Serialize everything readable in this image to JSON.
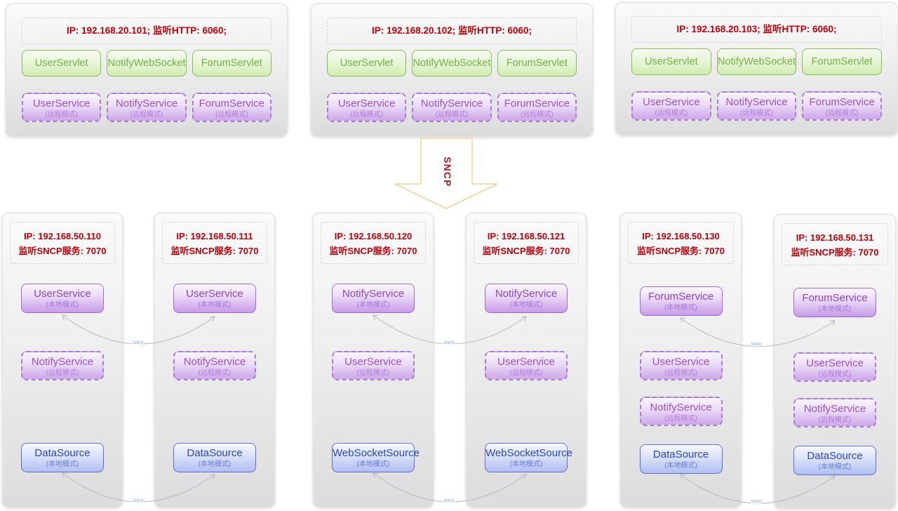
{
  "colors": {
    "ip_text_red": "#c00008",
    "green_border": "#85bd55",
    "green_text": "#76ae47",
    "purple_border": "#a168d2",
    "purple_text": "#9a50cc",
    "blue_border": "#5c6cd6",
    "blue_text": "#2b46c8",
    "big_arrow_outline": "#f3cc82",
    "link_line": "#b4b3bc",
    "link_label_blue": "#6f9fd8"
  },
  "arrow": {
    "label": "SNCP"
  },
  "top_servers": [
    {
      "ip": "IP: 192.168.20.101;  监听HTTP: 6060;",
      "servlets": [
        "UserServlet",
        "NotifyWebSocket",
        "ForumServlet"
      ],
      "services": [
        {
          "name": "UserService",
          "mode": "(远程模式)"
        },
        {
          "name": "NotifyService",
          "mode": "(远程模式)"
        },
        {
          "name": "ForumService",
          "mode": "(远程模式)"
        }
      ]
    },
    {
      "ip": "IP: 192.168.20.102;  监听HTTP: 6060;",
      "servlets": [
        "UserServlet",
        "NotifyWebSocket",
        "ForumServlet"
      ],
      "services": [
        {
          "name": "UserService",
          "mode": "(远程模式)"
        },
        {
          "name": "NotifyService",
          "mode": "(远程模式)"
        },
        {
          "name": "ForumService",
          "mode": "(远程模式)"
        }
      ]
    },
    {
      "ip": "IP: 192.168.20.103;  监听HTTP: 6060;",
      "servlets": [
        "UserServlet",
        "NotifyWebSocket",
        "ForumServlet"
      ],
      "services": [
        {
          "name": "UserService",
          "mode": "(远程模式)"
        },
        {
          "name": "NotifyService",
          "mode": "(远程模式)"
        },
        {
          "name": "ForumService",
          "mode": "(远程模式)"
        }
      ]
    }
  ],
  "bottom_nodes": [
    {
      "ip1": "IP: 192.168.50.110",
      "ip2": "监听SNCP服务: 7070",
      "services": [
        {
          "name": "UserService",
          "mode": "(本地模式)"
        },
        {
          "name": "NotifyService",
          "mode": "(远程模式)"
        },
        {
          "name": "DataSource",
          "mode": "(本地模式)"
        }
      ]
    },
    {
      "ip1": "IP: 192.168.50.111",
      "ip2": "监听SNCP服务: 7070",
      "services": [
        {
          "name": "UserService",
          "mode": "(本地模式)"
        },
        {
          "name": "NotifyService",
          "mode": "(远程模式)"
        },
        {
          "name": "DataSource",
          "mode": "(本地模式)"
        }
      ]
    },
    {
      "ip1": "IP: 192.168.50.120",
      "ip2": "监听SNCP服务: 7070",
      "services": [
        {
          "name": "NotifyService",
          "mode": "(本地模式)"
        },
        {
          "name": "UserService",
          "mode": "(远程模式)"
        },
        {
          "name": "WebSocketSource",
          "mode": "(本地模式)"
        }
      ]
    },
    {
      "ip1": "IP: 192.168.50.121",
      "ip2": "监听SNCP服务: 7070",
      "services": [
        {
          "name": "NotifyService",
          "mode": "(本地模式)"
        },
        {
          "name": "UserService",
          "mode": "(远程模式)"
        },
        {
          "name": "WebSocketSource",
          "mode": "(本地模式)"
        }
      ]
    },
    {
      "ip1": "IP: 192.168.50.130",
      "ip2": "监听SNCP服务: 7070",
      "services": [
        {
          "name": "ForumService",
          "mode": "(本地模式)"
        },
        {
          "name": "UserService",
          "mode": "(远程模式)"
        },
        {
          "name": "NotifyService",
          "mode": "(远程模式)"
        },
        {
          "name": "DataSource",
          "mode": "(本地模式)"
        }
      ]
    },
    {
      "ip1": "IP: 192.168.50.131",
      "ip2": "监听SNCP服务: 7070",
      "services": [
        {
          "name": "ForumService",
          "mode": "(本地模式)"
        },
        {
          "name": "UserService",
          "mode": "(远程模式)"
        },
        {
          "name": "NotifyService",
          "mode": "(远程模式)"
        },
        {
          "name": "DataSource",
          "mode": "(本地模式)"
        }
      ]
    }
  ],
  "links": [
    {
      "label": "SNCP"
    },
    {
      "label": "SNCP"
    },
    {
      "label": "SNCP"
    },
    {
      "label": "SNCP"
    },
    {
      "label": "SNCP"
    },
    {
      "label": "SNCP"
    }
  ]
}
